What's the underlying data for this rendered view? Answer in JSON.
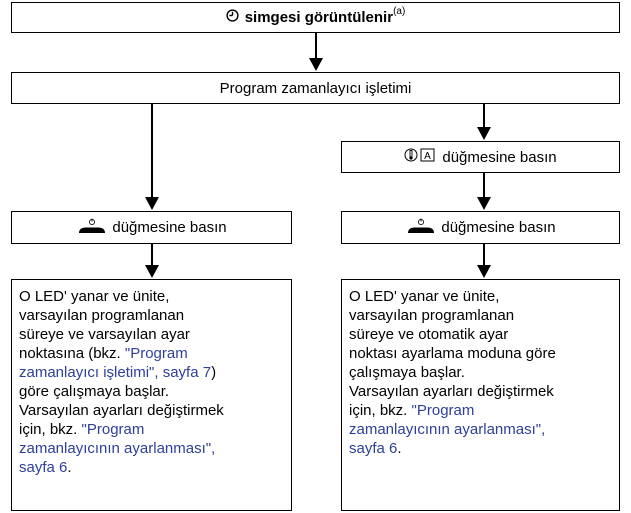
{
  "top_box": {
    "icon": "timer-clock-icon",
    "text": "simgesi görüntülenir",
    "sup": "(a)"
  },
  "program_box": {
    "text": "Program zamanlayıcı işletimi"
  },
  "mode_box": {
    "icon": "mode-buttons-icon",
    "text": "düğmesine basın"
  },
  "power_left": {
    "icon": "power-button-icon",
    "text": "düğmesine basın"
  },
  "power_right": {
    "icon": "power-button-icon",
    "text": "düğmesine basın"
  },
  "left_text": {
    "l1": "O LED' yanar ve ünite,",
    "l2": "varsayılan programlanan",
    "l3": "süreye ve varsayılan ayar",
    "l4_plain": "noktasına (bkz. ",
    "l4_link": "\"Program",
    "l5_link": "zamanlayıcı işletimi\", sayfa 7",
    "l5_plain": ")",
    "l6": "göre çalışmaya başlar.",
    "l7": "Varsayılan ayarları değiştirmek",
    "l8_plain": "için, bkz. ",
    "l8_link": "\"Program",
    "l9_link": "zamanlayıcının ayarlanması\",",
    "l10_link": "sayfa 6",
    "l10_plain": "."
  },
  "right_text": {
    "l1": "O LED' yanar ve ünite,",
    "l2": "varsayılan programlanan",
    "l3": "süreye ve otomatik ayar",
    "l4": "noktası ayarlama moduna göre",
    "l5": "çalışmaya başlar.",
    "l6": "Varsayılan ayarları değiştirmek",
    "l7_plain": "için, bkz. ",
    "l7_link": "\"Program",
    "l8_link": "zamanlayıcının ayarlanması\",",
    "l9_link": "sayfa 6",
    "l9_plain": "."
  }
}
